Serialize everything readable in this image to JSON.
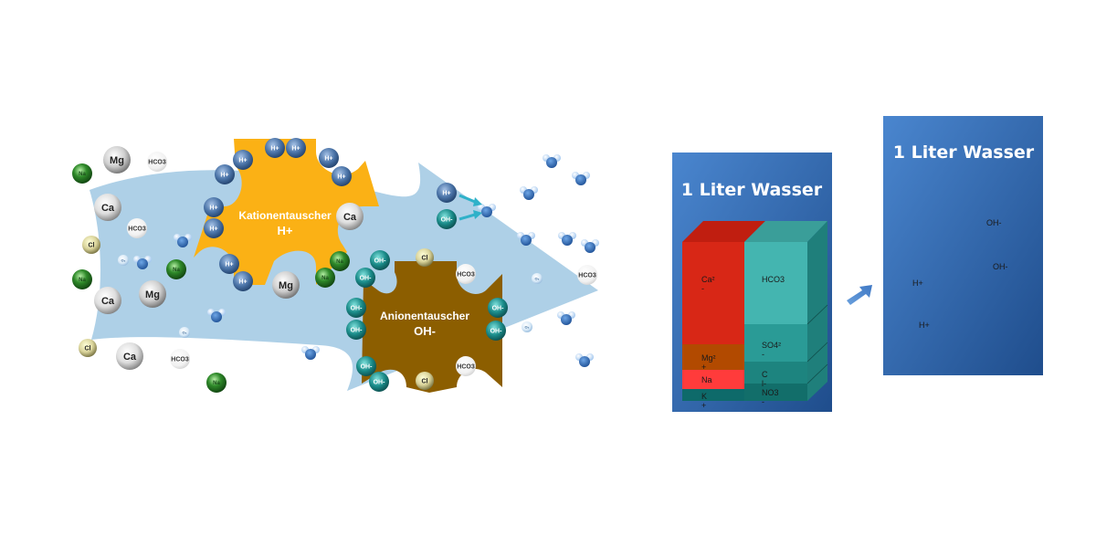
{
  "cation_exchanger": {
    "title": "Kationentauscher",
    "ion": "H+"
  },
  "anion_exchanger": {
    "title": "Anionentauscher",
    "ion": "OH-"
  },
  "box_before": {
    "title": "1 Liter Wasser",
    "red_col": {
      "ca": "Ca²",
      "ca_sub": "-",
      "mg": "Mg²",
      "mg_sub": "+",
      "na": "Na",
      "k": "K",
      "k_sub": "+"
    },
    "teal_col": {
      "hco3": "HCO3",
      "so4": "SO4²",
      "so4_sub": "-",
      "c": "C",
      "c_sub": "l-",
      "no3": "NO3",
      "no3_sub": "-"
    }
  },
  "box_after": {
    "title": "1 Liter Wasser",
    "labels": [
      "OH-",
      "OH-",
      "H+",
      "H+"
    ]
  },
  "ions": {
    "mg": "Mg",
    "ca": "Ca",
    "hco3": "HCO3",
    "cl": "Cl",
    "na": "Na",
    "h": "H+",
    "oh": "OH-",
    "o2": "O₂"
  },
  "colors": {
    "flow": "#aacde6",
    "cation_exchanger": "#fbb115",
    "anion_exchanger": "#8c5e00",
    "box_blue": "#2d65a8",
    "red_column": "#d82716",
    "teal_column": "#44b5b0",
    "arrow": "#5b8fd1"
  }
}
